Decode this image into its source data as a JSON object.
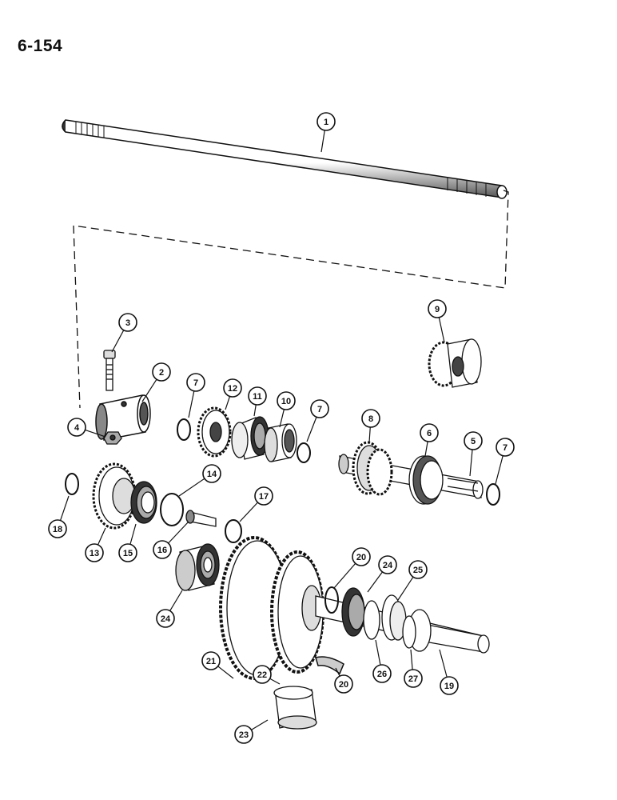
{
  "page_number": "6-154",
  "colors": {
    "ink": "#111111",
    "paper": "#ffffff",
    "shade": "#6e6e6e"
  },
  "callouts": [
    "1",
    "2",
    "3",
    "4",
    "5",
    "6",
    "7",
    "7",
    "7",
    "8",
    "9",
    "10",
    "11",
    "12",
    "13",
    "14",
    "15",
    "16",
    "17",
    "18",
    "19",
    "20",
    "20",
    "21",
    "22",
    "23",
    "24",
    "24",
    "25",
    "26",
    "27"
  ]
}
